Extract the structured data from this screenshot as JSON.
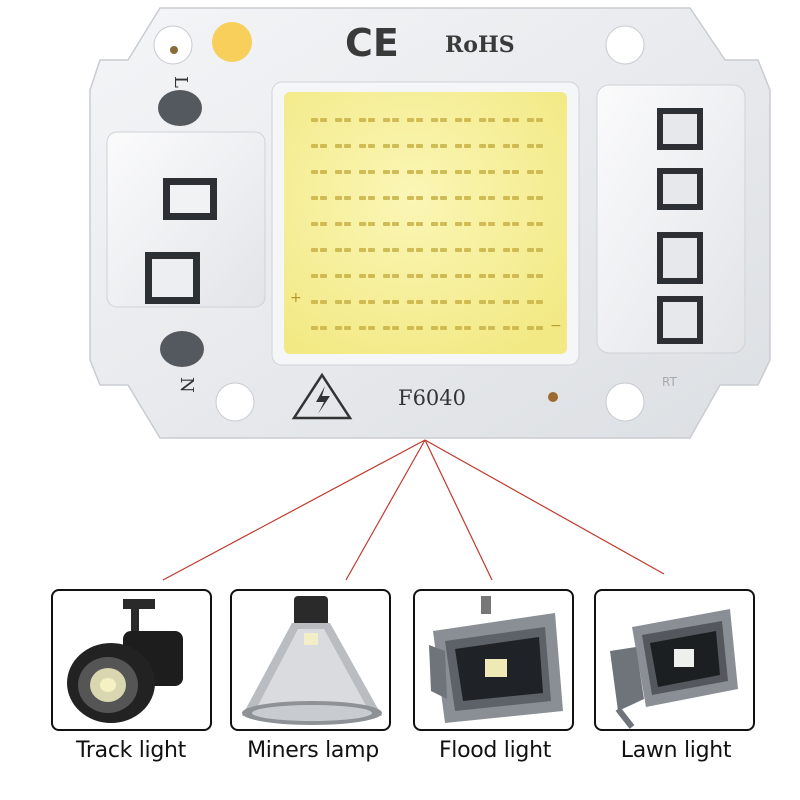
{
  "board": {
    "ce_mark": "CE",
    "rohs_mark": "RoHS",
    "model": "F6040",
    "pin_l": "L",
    "pin_n": "N",
    "polarity_plus": "+",
    "polarity_minus": "−",
    "rt_label": "RT"
  },
  "applications": [
    {
      "label": "Track light"
    },
    {
      "label": "Miners lamp"
    },
    {
      "label": "Flood light"
    },
    {
      "label": "Lawn light"
    }
  ],
  "colors": {
    "led_yellow": "#f7f09a",
    "connector_lines": "#c0392b",
    "substrate": "#eceef1",
    "housing_gray": "#8a8f96"
  }
}
